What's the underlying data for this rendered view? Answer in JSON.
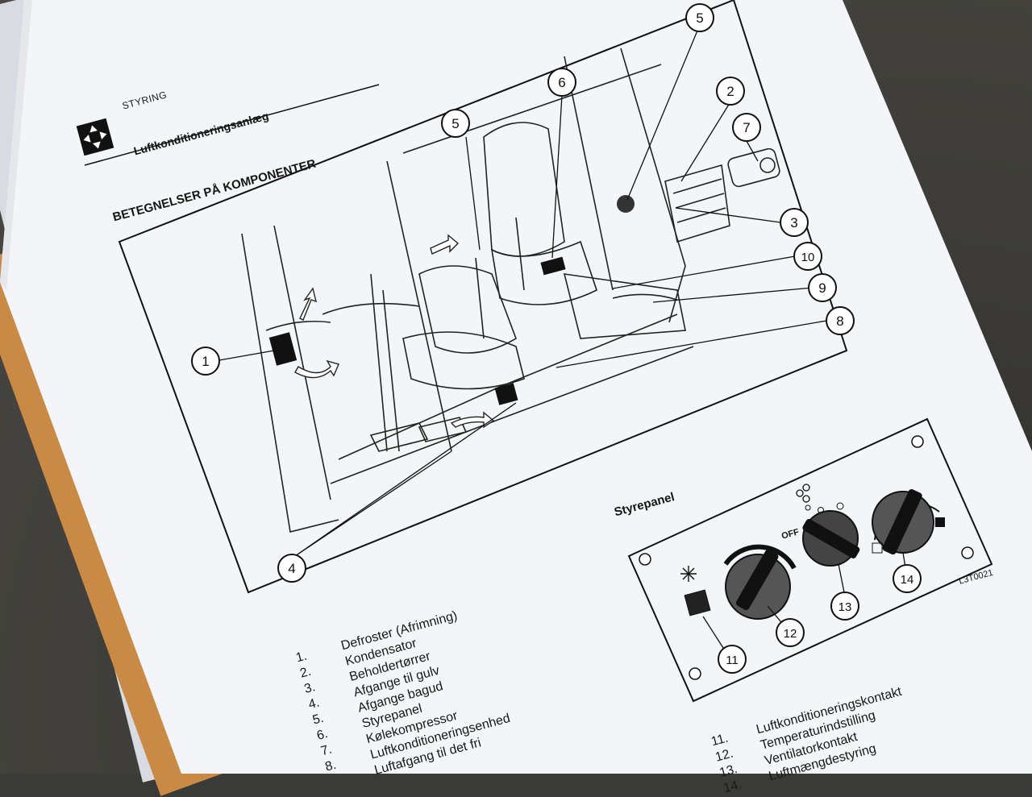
{
  "header": {
    "section": "STYRING",
    "title": "Luftkonditioneringsanlæg",
    "heading": "BETEGNELSER PÅ KOMPONENTER"
  },
  "diagram": {
    "callouts": [
      "1",
      "2",
      "3",
      "4",
      "5",
      "5",
      "6",
      "7",
      "8",
      "9",
      "10"
    ]
  },
  "panel": {
    "title": "Styrepanel",
    "off_label": "OFF",
    "code": "L3T0021",
    "callouts": [
      "11",
      "12",
      "13",
      "14"
    ]
  },
  "legend_left": [
    {
      "n": "1.",
      "label": "Defroster (Afrimning)"
    },
    {
      "n": "2.",
      "label": "Kondensator"
    },
    {
      "n": "3.",
      "label": "Beholdertørrer"
    },
    {
      "n": "4.",
      "label": "Afgange til gulv"
    },
    {
      "n": "5.",
      "label": "Afgange bagud"
    },
    {
      "n": "6.",
      "label": "Styrepanel"
    },
    {
      "n": "7.",
      "label": "Kølekompressor"
    },
    {
      "n": "8.",
      "label": "Luftkonditioneringsenhed"
    },
    {
      "n": "",
      "label": "Luftafgang til det fri"
    }
  ],
  "legend_right": [
    {
      "n": "11.",
      "label": "Luftkonditioneringskontakt"
    },
    {
      "n": "12.",
      "label": "Temperaturindstilling"
    },
    {
      "n": "13.",
      "label": "Ventilatorkontakt"
    },
    {
      "n": "14.",
      "label": "Luftmængdestyring"
    }
  ],
  "colors": {
    "paper": "#f4f5f8",
    "ink": "#151515",
    "board": "#c98a45",
    "background": "#3a3a36"
  }
}
